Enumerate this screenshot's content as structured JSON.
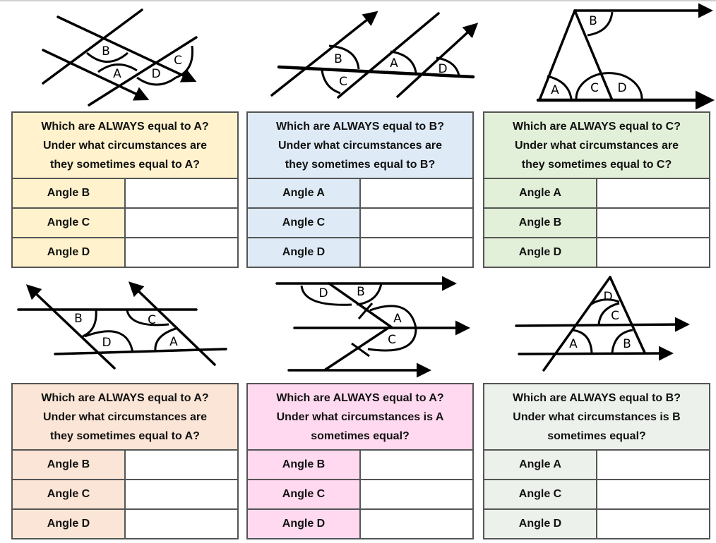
{
  "colors": {
    "yellow": "#fff2cc",
    "blue": "#deebf7",
    "green": "#e2f0d9",
    "orange": "#fbe5d6",
    "pink": "#ffd9ef",
    "grey": "#edf1ec"
  },
  "diagrams": [
    {
      "labels": [
        "B",
        "A",
        "D",
        "C"
      ]
    },
    {
      "labels": [
        "B",
        "C",
        "A",
        "D"
      ]
    },
    {
      "labels": [
        "B",
        "A",
        "C",
        "D"
      ]
    },
    {
      "labels": [
        "B",
        "C",
        "D",
        "A"
      ]
    },
    {
      "labels": [
        "D",
        "B",
        "A",
        "C"
      ]
    },
    {
      "labels": [
        "D",
        "C",
        "A",
        "B"
      ]
    }
  ],
  "tables": [
    {
      "question": [
        "Which are ALWAYS equal to A?",
        "Under what circumstances are",
        "they sometimes equal to A?"
      ],
      "rows": [
        "Angle B",
        "Angle C",
        "Angle D"
      ],
      "answers": [
        "",
        "",
        ""
      ]
    },
    {
      "question": [
        "Which are ALWAYS equal to B?",
        "Under what circumstances are",
        "they sometimes equal to B?"
      ],
      "rows": [
        "Angle A",
        "Angle C",
        "Angle D"
      ],
      "answers": [
        "",
        "",
        ""
      ]
    },
    {
      "question": [
        "Which are ALWAYS equal to C?",
        "Under what circumstances are",
        "they sometimes equal to C?"
      ],
      "rows": [
        "Angle A",
        "Angle B",
        "Angle D"
      ],
      "answers": [
        "",
        "",
        ""
      ]
    },
    {
      "question": [
        "Which are ALWAYS equal to A?",
        "Under what circumstances are",
        "they sometimes equal to A?"
      ],
      "rows": [
        "Angle B",
        "Angle C",
        "Angle D"
      ],
      "answers": [
        "",
        "",
        ""
      ]
    },
    {
      "question": [
        "Which are ALWAYS equal to A?",
        "Under what circumstances is A",
        "sometimes equal?"
      ],
      "rows": [
        "Angle B",
        "Angle C",
        "Angle D"
      ],
      "answers": [
        "",
        "",
        ""
      ]
    },
    {
      "question": [
        "Which are ALWAYS equal to B?",
        "Under what circumstances is B",
        "sometimes equal?"
      ],
      "rows": [
        "Angle A",
        "Angle C",
        "Angle D"
      ],
      "answers": [
        "",
        "",
        ""
      ]
    }
  ]
}
